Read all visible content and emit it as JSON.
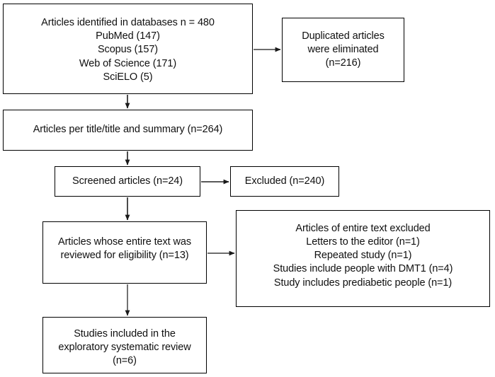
{
  "diagram": {
    "title": "PRISMA study selection flow diagram",
    "line_color": "#000000",
    "arrow_color": "#595959",
    "box_border_color": "#000000",
    "background": "#ffffff"
  },
  "nodes": {
    "sources": {
      "name": "articles-identified",
      "lines": [
        "Articles identified in databases n = 480",
        "PubMed (147)",
        "Scopus (157)",
        "Web of Science (171)",
        "SciELO (5)"
      ]
    },
    "duplicates": {
      "name": "duplicated-articles-eliminated",
      "lines": [
        "Duplicated articles",
        "were eliminated",
        "(n=216)"
      ]
    },
    "titles": {
      "name": "articles-per-title-and-summary",
      "lines": [
        "Articles per title/title and summary (n=264)"
      ]
    },
    "screened": {
      "name": "screened-articles",
      "lines": [
        "Screened articles (n=24)"
      ]
    },
    "excluded": {
      "name": "excluded-articles",
      "lines": [
        "Excluded (n=240)"
      ]
    },
    "eligible": {
      "name": "full-text-reviewed-for-eligibility",
      "lines": [
        "Articles whose entire text was",
        "reviewed for eligibility (n=13)"
      ]
    },
    "reasons": {
      "name": "full-text-exclusion-reasons",
      "lines": [
        "Articles of entire text excluded",
        "Letters to the editor (n=1)",
        "Repeated study (n=1)",
        "Studies include people with DMT1 (n=4)",
        "Study includes prediabetic people (n=1)"
      ]
    },
    "included": {
      "name": "studies-included",
      "lines": [
        "Studies included in the",
        "exploratory systematic review",
        "(n=6)"
      ]
    }
  },
  "connectors": [
    {
      "name": "arrow-sources-to-duplicates",
      "from": "sources",
      "to": "duplicates",
      "direction": "right"
    },
    {
      "name": "arrow-sources-to-titles",
      "from": "sources",
      "to": "titles",
      "direction": "down"
    },
    {
      "name": "arrow-titles-to-screened",
      "from": "titles",
      "to": "screened",
      "direction": "down"
    },
    {
      "name": "arrow-screened-to-excluded",
      "from": "screened",
      "to": "excluded",
      "direction": "right"
    },
    {
      "name": "arrow-screened-to-eligible",
      "from": "screened",
      "to": "eligible",
      "direction": "down"
    },
    {
      "name": "arrow-eligible-to-reasons",
      "from": "eligible",
      "to": "reasons",
      "direction": "right"
    },
    {
      "name": "arrow-eligible-to-included",
      "from": "eligible",
      "to": "included",
      "direction": "down"
    }
  ]
}
